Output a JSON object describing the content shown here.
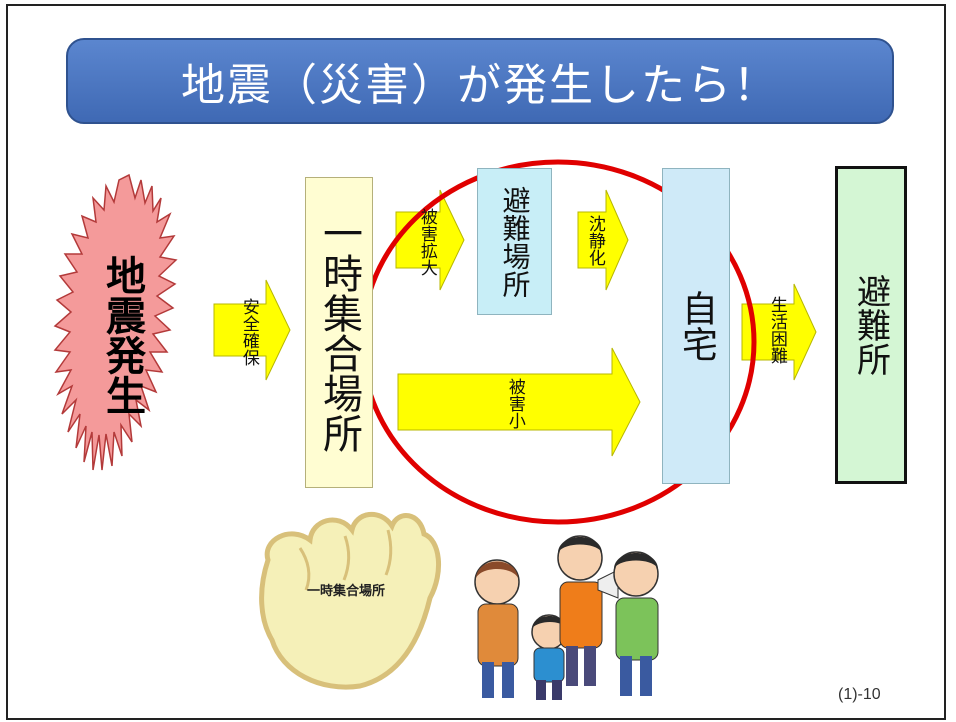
{
  "title": "地震（災害）が発生したら！",
  "quake": {
    "label": "地震発生"
  },
  "steps": {
    "assembly": "一時集合場所",
    "shelter_mid": "避難場所",
    "home": "自宅",
    "shelter_final": "避難所"
  },
  "arrows": {
    "safety": "安全確保",
    "damage_spread": "被害拡大",
    "calm": "沈静化",
    "minor_damage": "被害小",
    "hardship": "生活困難"
  },
  "fist_sign": "一時集合場所",
  "page_number": "(1)-10",
  "colors": {
    "banner": "#4472c4",
    "quake_fill": "#f49a9a",
    "arrow_yellow": "#ffff00",
    "circle_red": "#e00000"
  }
}
